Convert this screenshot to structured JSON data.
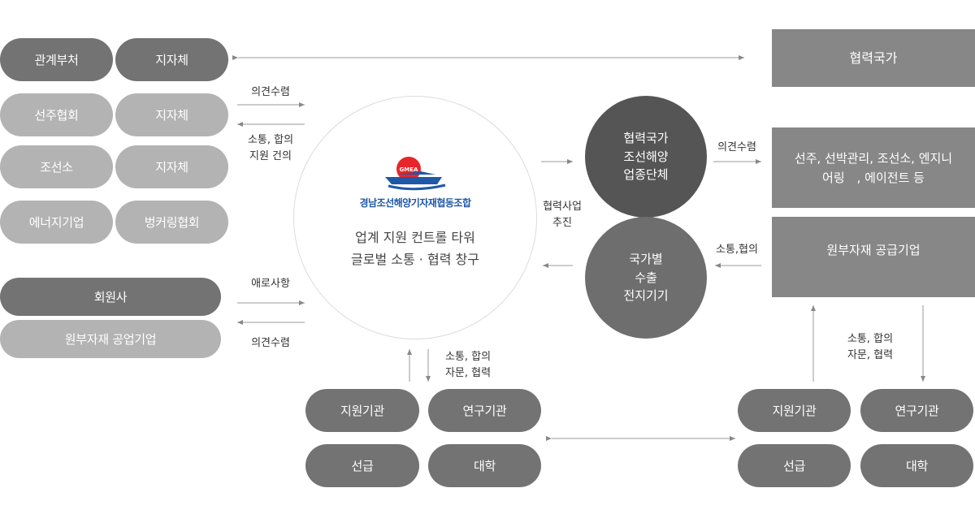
{
  "left_groups": {
    "row1": [
      "관계부처",
      "지자체"
    ],
    "row2": [
      "선주협회",
      "지자체"
    ],
    "row3": [
      "조선소",
      "지자체"
    ],
    "row4": [
      "에너지기업",
      "벙커링협회"
    ],
    "members": "회원사",
    "members_sub": "원부자재 공업기업"
  },
  "labels": {
    "opinion_top": "의견수렴",
    "communicate_top": "소통, 합의\n지원 건의",
    "difficulty": "애로사항",
    "opinion_bottom": "의견수렴",
    "cooperation_project": "협력사업\n추진",
    "opinion_right": "의견수렴",
    "communicate_right": "소통,협의",
    "advise_right": "소통, 합의\n자문, 협력",
    "advise_bottom": "소통, 합의\n자문, 협력"
  },
  "center": {
    "logo_text": "GMEA",
    "org_name": "경남조선해양기자재협동조합",
    "line1": "업계 지원 컨트롤 타워",
    "line2": "글로벌 소통 · 협력 창구"
  },
  "mid_circles": {
    "top": "협력국가\n조선해양\n업종단체",
    "bottom": "국가별\n수출\n전지기기"
  },
  "right_boxes": {
    "partner_country": "협력국가",
    "shipowners": "선주, 선박관리, 조선소, 엔지니\n어링　, 에이전트 등",
    "suppliers": "원부자재 공급기업"
  },
  "bottom_left": [
    "지원기관",
    "연구기관",
    "선급",
    "대학"
  ],
  "bottom_right": [
    "지원기관",
    "연구기관",
    "선급",
    "대학"
  ],
  "colors": {
    "dark": "#737373",
    "light": "#b3b3b3",
    "box": "#878787",
    "circle_dark": "#555555",
    "circle_mid": "#6e6e6e",
    "logo_red": "#e8252b",
    "logo_blue": "#1f58a6"
  }
}
